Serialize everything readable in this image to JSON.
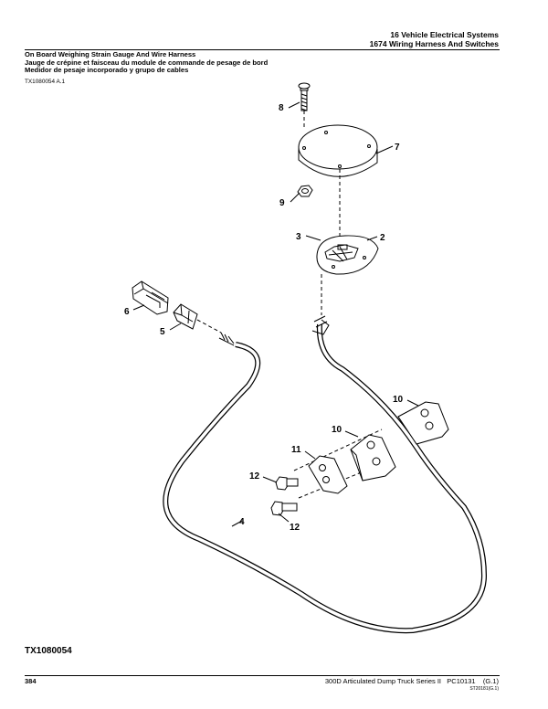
{
  "header": {
    "section": "16 Vehicle Electrical Systems",
    "subsection": "1674 Wiring Harness And Switches"
  },
  "titles": {
    "en": "On Board Weighing Strain Gauge And Wire Harness",
    "fr": "Jauge de crépine et faisceau du module de commande de pesage de bord",
    "es": "Medidor de pesaje incorporado y grupo de cables"
  },
  "figure_ref": "TX1080054 A.1",
  "callouts": {
    "c8": "8",
    "c7": "7",
    "c9": "9",
    "c3": "3",
    "c2": "2",
    "c6": "6",
    "c5": "5",
    "c10a": "10",
    "c10b": "10",
    "c11": "11",
    "c12a": "12",
    "c12b": "12",
    "c4": "4"
  },
  "figure_id": "TX1080054",
  "footer": {
    "page": "384",
    "book": "300D Articulated Dump Truck Series II",
    "pc": "PC10131",
    "revision": "(G.1)",
    "code": "ST20181(G.1)"
  }
}
